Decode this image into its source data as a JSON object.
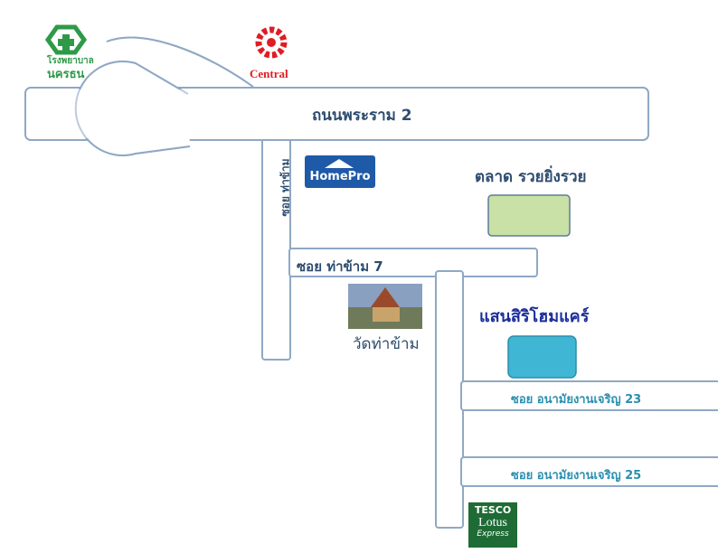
{
  "roads": {
    "main_road": "ถนนพระราม 2",
    "soi_vertical": "ซอย ท่าข้าม",
    "soi_7": "ซอย ท่าข้าม 7",
    "soi_23": "ซอย อนามัยงานเจริญ 23",
    "soi_25": "ซอย อนามัยงานเจริญ 25"
  },
  "places": {
    "hospital_name": "โรงพยาบาล",
    "hospital_brand": "นครธน",
    "central": "Central",
    "homepro": "HomePro",
    "market": "ตลาด รวยยิ่งรวย",
    "temple": "วัดท่าข้าม",
    "destination": "แสนสิริโฮมแคร์",
    "tesco_line1": "TESCO",
    "tesco_line2": "Lotus",
    "tesco_line3": "Express"
  },
  "colors": {
    "road_stroke": "#8fa8c4",
    "label_text": "#2e4c6e",
    "destination_text": "#1b2e9a",
    "market_fill": "#c9e0a6",
    "destination_fill": "#3fb6d4",
    "hospital_green": "#2e9a48",
    "central_red": "#e01c24",
    "homepro_blue": "#1f5aa8",
    "tesco_green": "#1f6b35"
  }
}
